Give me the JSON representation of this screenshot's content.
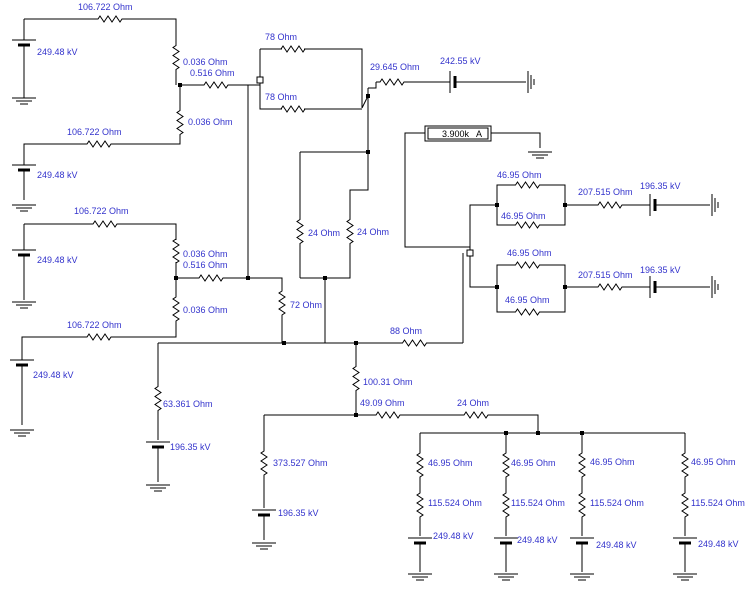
{
  "colors": {
    "wire": "#000000",
    "label": "#3333cc",
    "background": "#ffffff"
  },
  "ammeter": {
    "reading": "3.900k",
    "unit": "A"
  },
  "labels": {
    "r_top": "106.722  Ohm",
    "v_tl": "249.48 kV",
    "r_s1": "0.036  Ohm",
    "r_p1": "0.516  Ohm",
    "r_s2": "0.036  Ohm",
    "r_78a": "78  Ohm",
    "r_78b": "78  Ohm",
    "r_29": "29.645  Ohm",
    "v_242": "242.55 kV",
    "r_106b": "106.722  Ohm",
    "v_b2": "249.48 kV",
    "r_106c": "106.722  Ohm",
    "v_b3": "249.48 kV",
    "r_s3": "0.036  Ohm",
    "r_p2": "0.516  Ohm",
    "r_s4": "0.036  Ohm",
    "r_24a": "24  Ohm",
    "r_24b": "24  Ohm",
    "r_72": "72  Ohm",
    "r_106d": "106.722  Ohm",
    "v_b4": "249.48 kV",
    "r_63": "63.361  Ohm",
    "v_196a": "196.35 kV",
    "r_88": "88  Ohm",
    "r_100": "100.31  Ohm",
    "r_49": "49.09  Ohm",
    "r_24c": "24  Ohm",
    "r_373": "373.527  Ohm",
    "v_196b": "196.35 kV",
    "r_4695_u1": "46.95  Ohm",
    "r_4695_l1": "46.95  Ohm",
    "r_207a": "207.515  Ohm",
    "v_196c": "196.35 kV",
    "r_4695_u2": "46.95  Ohm",
    "r_4695_l2": "46.95  Ohm",
    "r_207b": "207.515  Ohm",
    "v_196d": "196.35 kV",
    "r_br1": "46.95  Ohm",
    "r_br1b": "115.524  Ohm",
    "v_br1": "249.48 kV",
    "r_br2": "46.95  Ohm",
    "r_br2b": "115.524  Ohm",
    "v_br2": "249.48 kV",
    "r_br3": "46.95  Ohm",
    "r_br3b": "115.524  Ohm",
    "v_br3": "249.48 kV",
    "r_br4": "46.95  Ohm",
    "r_br4b": "115.524  Ohm",
    "v_br4": "249.48 kV"
  }
}
